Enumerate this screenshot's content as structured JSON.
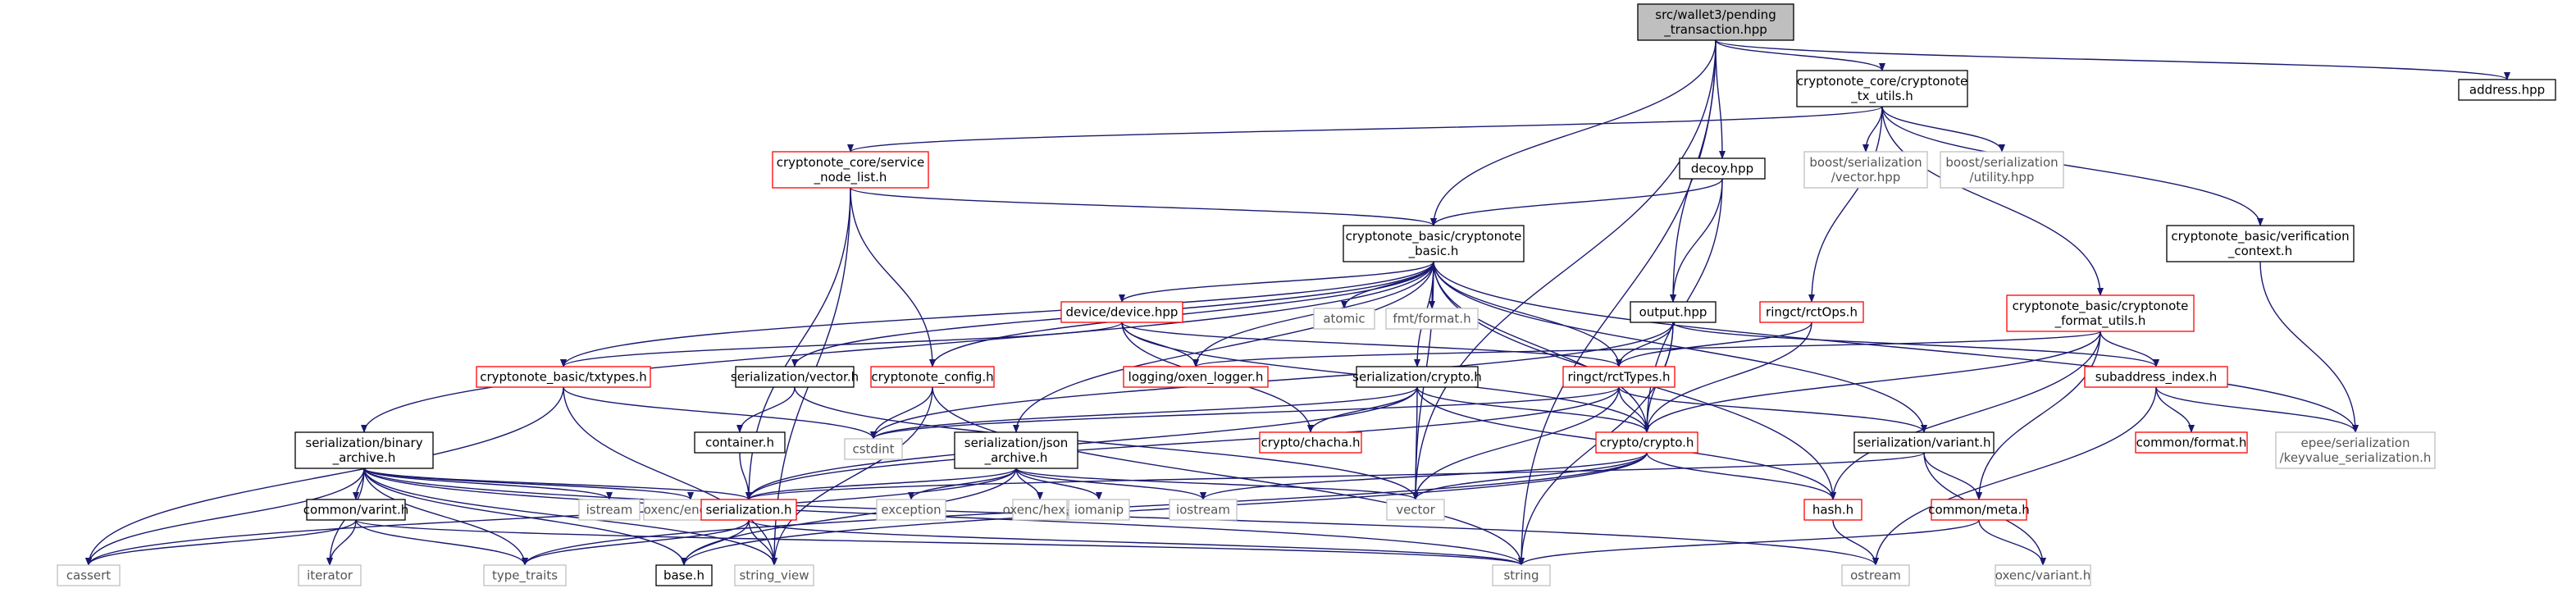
{
  "diagram": {
    "type": "include-dependency-graph",
    "colors": {
      "edge": "#191970",
      "root_fill": "#bfbfbf",
      "documented_border": "#000000",
      "truncated_border": "#ff0000",
      "external_border": "#bfbfbf",
      "external_text": "#555555"
    },
    "nodes": [
      {
        "id": "root",
        "lines": [
          "src/wallet3/pending",
          "_transaction.hpp"
        ],
        "kind": "root"
      },
      {
        "id": "txutils",
        "lines": [
          "cryptonote_core/cryptonote",
          "_tx_utils.h"
        ],
        "kind": "black"
      },
      {
        "id": "address",
        "lines": [
          "address.hpp"
        ],
        "kind": "black"
      },
      {
        "id": "service",
        "lines": [
          "cryptonote_core/service",
          "_node_list.h"
        ],
        "kind": "red"
      },
      {
        "id": "decoy",
        "lines": [
          "decoy.hpp"
        ],
        "kind": "black"
      },
      {
        "id": "bvector",
        "lines": [
          "boost/serialization",
          "/vector.hpp"
        ],
        "kind": "grey"
      },
      {
        "id": "butility",
        "lines": [
          "boost/serialization",
          "/utility.hpp"
        ],
        "kind": "grey"
      },
      {
        "id": "verif",
        "lines": [
          "cryptonote_basic/verification",
          "_context.h"
        ],
        "kind": "black"
      },
      {
        "id": "basic",
        "lines": [
          "cryptonote_basic/cryptonote",
          "_basic.h"
        ],
        "kind": "black"
      },
      {
        "id": "output",
        "lines": [
          "output.hpp"
        ],
        "kind": "black"
      },
      {
        "id": "rctops",
        "lines": [
          "ringct/rctOps.h"
        ],
        "kind": "red"
      },
      {
        "id": "formatutils",
        "lines": [
          "cryptonote_basic/cryptonote",
          "_format_utils.h"
        ],
        "kind": "red"
      },
      {
        "id": "device",
        "lines": [
          "device/device.hpp"
        ],
        "kind": "red"
      },
      {
        "id": "atomic",
        "lines": [
          "atomic"
        ],
        "kind": "grey"
      },
      {
        "id": "fmtformat",
        "lines": [
          "fmt/format.h"
        ],
        "kind": "grey"
      },
      {
        "id": "txtypes",
        "lines": [
          "cryptonote_basic/txtypes.h"
        ],
        "kind": "red"
      },
      {
        "id": "servec",
        "lines": [
          "serialization/vector.h"
        ],
        "kind": "black"
      },
      {
        "id": "config",
        "lines": [
          "cryptonote_config.h"
        ],
        "kind": "red"
      },
      {
        "id": "oxenlog",
        "lines": [
          "logging/oxen_logger.h"
        ],
        "kind": "red"
      },
      {
        "id": "sercrypto",
        "lines": [
          "serialization/crypto.h"
        ],
        "kind": "black"
      },
      {
        "id": "rcttypes",
        "lines": [
          "ringct/rctTypes.h"
        ],
        "kind": "red"
      },
      {
        "id": "subaddr",
        "lines": [
          "subaddress_index.h"
        ],
        "kind": "red"
      },
      {
        "id": "serbinary",
        "lines": [
          "serialization/binary",
          "_archive.h"
        ],
        "kind": "black"
      },
      {
        "id": "container",
        "lines": [
          "container.h"
        ],
        "kind": "black"
      },
      {
        "id": "cstdint",
        "lines": [
          "cstdint"
        ],
        "kind": "grey"
      },
      {
        "id": "serjson",
        "lines": [
          "serialization/json",
          "_archive.h"
        ],
        "kind": "black"
      },
      {
        "id": "chacha",
        "lines": [
          "crypto/chacha.h"
        ],
        "kind": "red"
      },
      {
        "id": "crypto",
        "lines": [
          "crypto/crypto.h"
        ],
        "kind": "red"
      },
      {
        "id": "servariant",
        "lines": [
          "serialization/variant.h"
        ],
        "kind": "black"
      },
      {
        "id": "commonformat",
        "lines": [
          "common/format.h"
        ],
        "kind": "red"
      },
      {
        "id": "epee",
        "lines": [
          "epee/serialization",
          "/keyvalue_serialization.h"
        ],
        "kind": "grey"
      },
      {
        "id": "istream",
        "lines": [
          "istream"
        ],
        "kind": "grey"
      },
      {
        "id": "endian",
        "lines": [
          "oxenc/endian.h"
        ],
        "kind": "grey"
      },
      {
        "id": "commonvarint",
        "lines": [
          "common/varint.h"
        ],
        "kind": "black"
      },
      {
        "id": "serialization",
        "lines": [
          "serialization.h"
        ],
        "kind": "red"
      },
      {
        "id": "exception",
        "lines": [
          "exception"
        ],
        "kind": "grey"
      },
      {
        "id": "hex",
        "lines": [
          "oxenc/hex.h"
        ],
        "kind": "grey"
      },
      {
        "id": "iomanip",
        "lines": [
          "iomanip"
        ],
        "kind": "grey"
      },
      {
        "id": "iostream",
        "lines": [
          "iostream"
        ],
        "kind": "grey"
      },
      {
        "id": "vector",
        "lines": [
          "vector"
        ],
        "kind": "grey"
      },
      {
        "id": "hash",
        "lines": [
          "hash.h"
        ],
        "kind": "red"
      },
      {
        "id": "meta",
        "lines": [
          "common/meta.h"
        ],
        "kind": "red"
      },
      {
        "id": "cassert",
        "lines": [
          "cassert"
        ],
        "kind": "grey"
      },
      {
        "id": "iterator",
        "lines": [
          "iterator"
        ],
        "kind": "grey"
      },
      {
        "id": "typetraits",
        "lines": [
          "type_traits"
        ],
        "kind": "grey"
      },
      {
        "id": "base",
        "lines": [
          "base.h"
        ],
        "kind": "black"
      },
      {
        "id": "stringview",
        "lines": [
          "string_view"
        ],
        "kind": "grey"
      },
      {
        "id": "string",
        "lines": [
          "string"
        ],
        "kind": "grey"
      },
      {
        "id": "ostream",
        "lines": [
          "ostream"
        ],
        "kind": "grey"
      },
      {
        "id": "oxvariant",
        "lines": [
          "oxenc/variant.h"
        ],
        "kind": "grey"
      }
    ],
    "edges": [
      [
        "root",
        "txutils"
      ],
      [
        "root",
        "address"
      ],
      [
        "root",
        "decoy"
      ],
      [
        "root",
        "basic"
      ],
      [
        "root",
        "output"
      ],
      [
        "root",
        "vector"
      ],
      [
        "root",
        "string"
      ],
      [
        "txutils",
        "service"
      ],
      [
        "txutils",
        "bvector"
      ],
      [
        "txutils",
        "butility"
      ],
      [
        "txutils",
        "verif"
      ],
      [
        "txutils",
        "rctops"
      ],
      [
        "txutils",
        "formatutils"
      ],
      [
        "service",
        "basic"
      ],
      [
        "service",
        "config"
      ],
      [
        "service",
        "stringview"
      ],
      [
        "service",
        "serialization"
      ],
      [
        "decoy",
        "basic"
      ],
      [
        "decoy",
        "output"
      ],
      [
        "decoy",
        "crypto"
      ],
      [
        "verif",
        "epee"
      ],
      [
        "basic",
        "atomic"
      ],
      [
        "basic",
        "fmtformat"
      ],
      [
        "basic",
        "device"
      ],
      [
        "basic",
        "txtypes"
      ],
      [
        "basic",
        "servec"
      ],
      [
        "basic",
        "config"
      ],
      [
        "basic",
        "oxenlog"
      ],
      [
        "basic",
        "sercrypto"
      ],
      [
        "basic",
        "rcttypes"
      ],
      [
        "basic",
        "crypto"
      ],
      [
        "basic",
        "hash"
      ],
      [
        "basic",
        "servariant"
      ],
      [
        "basic",
        "serbinary"
      ],
      [
        "basic",
        "serjson"
      ],
      [
        "basic",
        "commonmeta_placeholder"
      ],
      [
        "basic",
        "vector"
      ],
      [
        "basic",
        "epee"
      ],
      [
        "output",
        "rcttypes"
      ],
      [
        "output",
        "crypto"
      ],
      [
        "output",
        "subaddr"
      ],
      [
        "output",
        "cstdint"
      ],
      [
        "output",
        "string"
      ],
      [
        "rctops",
        "rcttypes"
      ],
      [
        "rctops",
        "crypto"
      ],
      [
        "formatutils",
        "oxenlog"
      ],
      [
        "formatutils",
        "subaddr"
      ],
      [
        "formatutils",
        "crypto"
      ],
      [
        "formatutils",
        "hash"
      ],
      [
        "formatutils",
        "meta"
      ],
      [
        "device",
        "txtypes"
      ],
      [
        "device",
        "oxenlog"
      ],
      [
        "device",
        "rcttypes"
      ],
      [
        "device",
        "crypto"
      ],
      [
        "device",
        "chacha"
      ],
      [
        "txtypes",
        "cstdint"
      ],
      [
        "txtypes",
        "stringview"
      ],
      [
        "txtypes",
        "cassert"
      ],
      [
        "servec",
        "container"
      ],
      [
        "servec",
        "vector"
      ],
      [
        "config",
        "cstdint"
      ],
      [
        "config",
        "stringview"
      ],
      [
        "config",
        "string"
      ],
      [
        "sercrypto",
        "chacha"
      ],
      [
        "sercrypto",
        "crypto"
      ],
      [
        "sercrypto",
        "cstdint"
      ],
      [
        "sercrypto",
        "vector"
      ],
      [
        "sercrypto",
        "serialization"
      ],
      [
        "sercrypto",
        "hash"
      ],
      [
        "rcttypes",
        "crypto"
      ],
      [
        "rcttypes",
        "servariant"
      ],
      [
        "rcttypes",
        "vector"
      ],
      [
        "rcttypes",
        "serialization"
      ],
      [
        "rcttypes",
        "cstdint"
      ],
      [
        "subaddr",
        "commonformat"
      ],
      [
        "subaddr",
        "epee"
      ],
      [
        "subaddr",
        "ostream"
      ],
      [
        "serbinary",
        "istream"
      ],
      [
        "serbinary",
        "endian"
      ],
      [
        "serbinary",
        "commonvarint"
      ],
      [
        "serbinary",
        "serialization"
      ],
      [
        "serbinary",
        "iterator"
      ],
      [
        "serbinary",
        "typetraits"
      ],
      [
        "serbinary",
        "base"
      ],
      [
        "serbinary",
        "stringview"
      ],
      [
        "serbinary",
        "cassert"
      ],
      [
        "serbinary",
        "string"
      ],
      [
        "serbinary",
        "ostream"
      ],
      [
        "container",
        "serialization"
      ],
      [
        "serjson",
        "exception"
      ],
      [
        "serjson",
        "hex"
      ],
      [
        "serjson",
        "iomanip"
      ],
      [
        "serjson",
        "iostream"
      ],
      [
        "serjson",
        "serialization"
      ],
      [
        "serjson",
        "base"
      ],
      [
        "serjson",
        "vector"
      ],
      [
        "serjson",
        "cassert"
      ],
      [
        "crypto",
        "hash"
      ],
      [
        "crypto",
        "vector"
      ],
      [
        "crypto",
        "iostream"
      ],
      [
        "crypto",
        "base"
      ],
      [
        "crypto",
        "typetraits"
      ],
      [
        "servariant",
        "meta"
      ],
      [
        "servariant",
        "oxvariant"
      ],
      [
        "servariant",
        "serialization"
      ],
      [
        "commonvarint",
        "cassert"
      ],
      [
        "commonvarint",
        "iterator"
      ],
      [
        "commonvarint",
        "typetraits"
      ],
      [
        "commonvarint",
        "string"
      ],
      [
        "serialization",
        "typetraits"
      ],
      [
        "serialization",
        "base"
      ],
      [
        "serialization",
        "stringview"
      ],
      [
        "serialization",
        "string"
      ],
      [
        "hash",
        "ostream"
      ],
      [
        "meta",
        "string"
      ],
      [
        "meta",
        "oxvariant"
      ]
    ]
  }
}
